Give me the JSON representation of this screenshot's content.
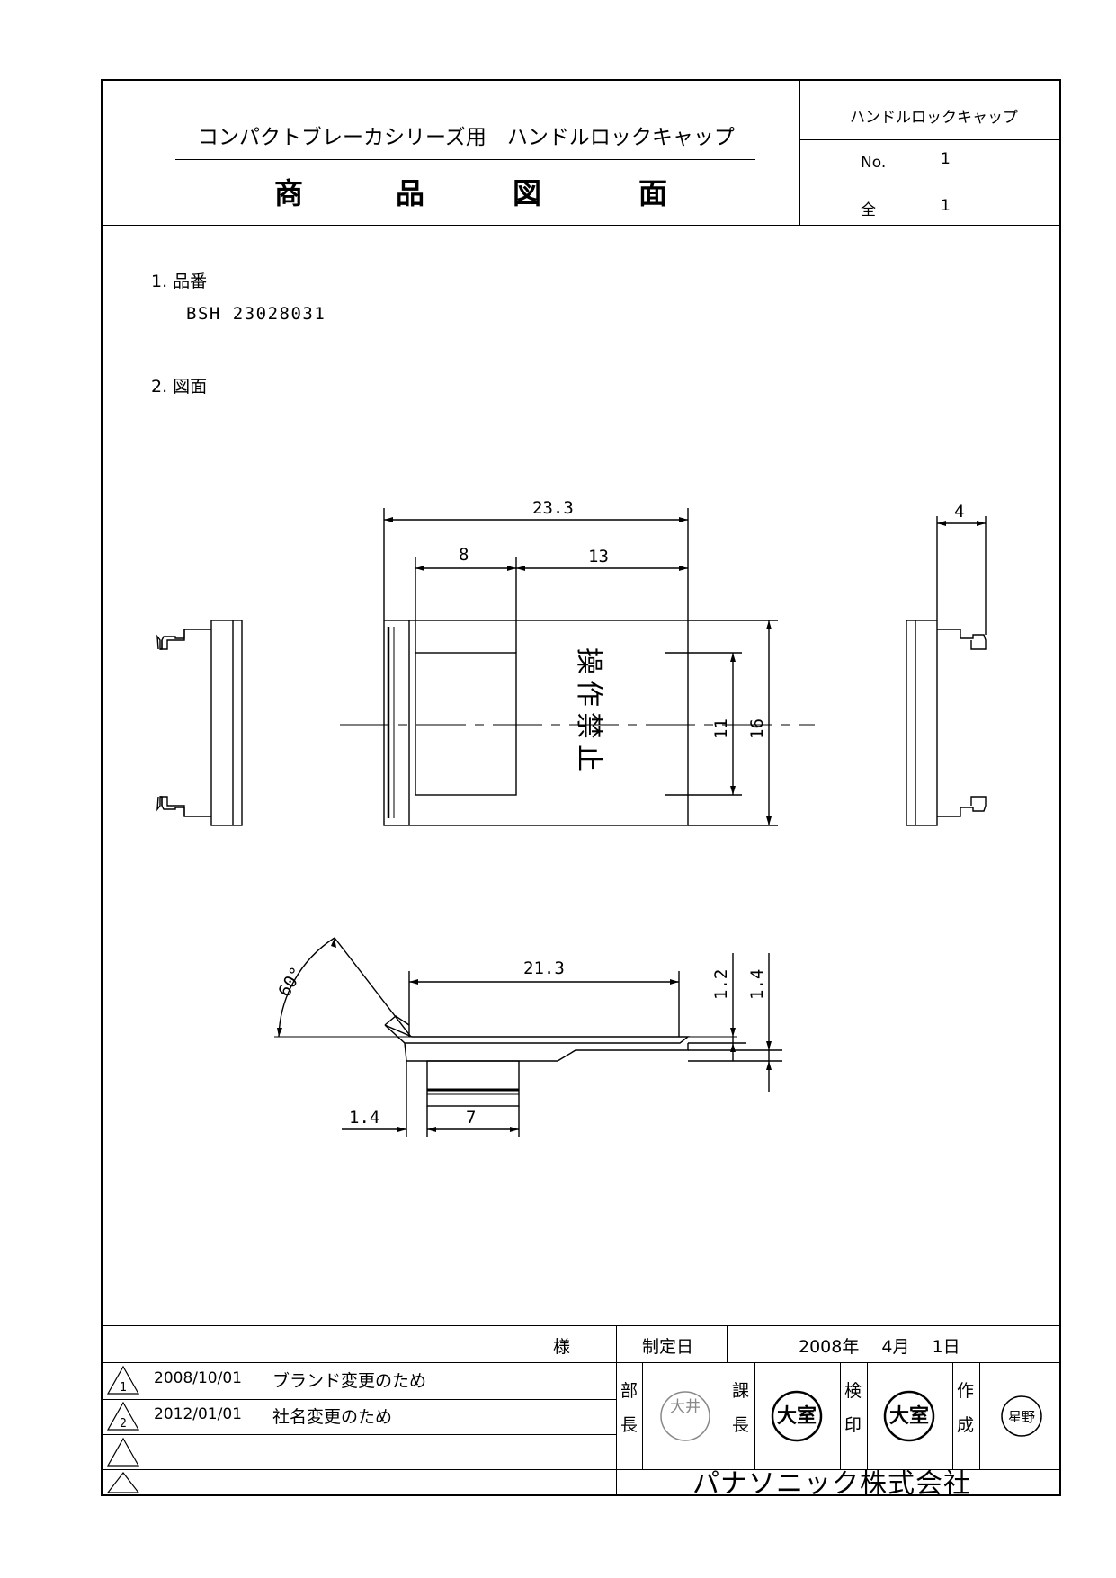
{
  "header": {
    "subtitle": "コンパクトブレーカシリーズ用　ハンドルロックキャップ",
    "title_chars": [
      "商",
      "品",
      "図",
      "面"
    ],
    "product_name": "ハンドルロックキャップ",
    "no_label": "No.",
    "no_value": "1",
    "total_label": "全",
    "total_value": "1"
  },
  "section1": {
    "heading": "1. 品番",
    "part_number": "BSH 23028031"
  },
  "section2": {
    "heading": "2. 図面"
  },
  "dimensions": {
    "overall_width": "23.3",
    "left_width": "8",
    "right_width": "13",
    "inner_height": "11",
    "outer_height": "16",
    "side_depth": "4",
    "angle": "60°",
    "bottom_length": "21.3",
    "thickness_1": "1.2",
    "thickness_2": "1.4",
    "offset": "1.4",
    "tab_width": "7",
    "label_text": "操作禁止"
  },
  "footer": {
    "sama": "様",
    "date_label": "制定日",
    "date_value": "2008年　 4月　 1日",
    "revisions": [
      {
        "symbol": "1",
        "date": "2008/10/01",
        "reason": "ブランド変更のため"
      },
      {
        "symbol": "2",
        "date": "2012/01/01",
        "reason": "社名変更のため"
      },
      {
        "symbol": "",
        "date": "",
        "reason": ""
      },
      {
        "symbol": "",
        "date": "",
        "reason": ""
      }
    ],
    "approvals": [
      {
        "label_top": "部",
        "label_bottom": "長",
        "stamp": "大井"
      },
      {
        "label_top": "課",
        "label_bottom": "長",
        "stamp": "大室"
      },
      {
        "label_top": "検",
        "label_bottom": "印",
        "stamp": "大室"
      },
      {
        "label_top": "作",
        "label_bottom": "成",
        "stamp": "星野"
      }
    ],
    "company": "パナソニック株式会社"
  }
}
